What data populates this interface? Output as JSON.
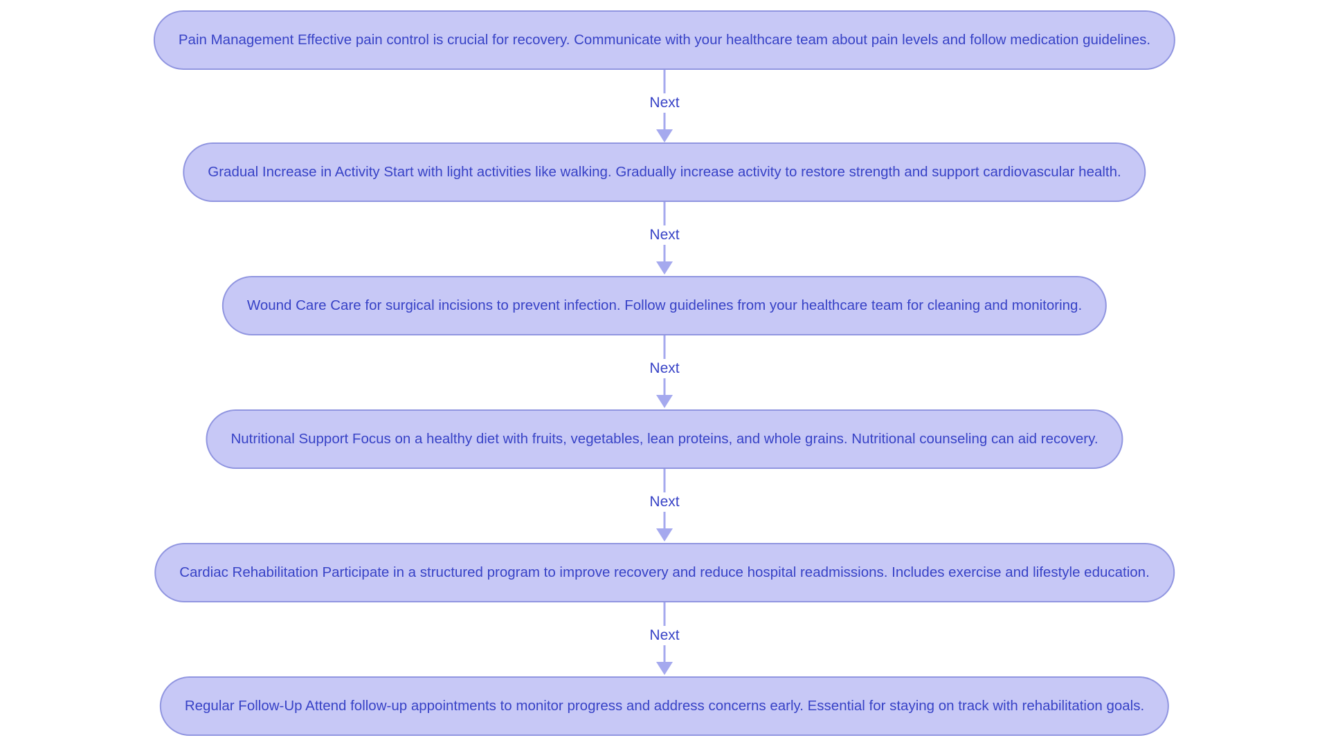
{
  "diagram": {
    "type": "flowchart-top-down",
    "steps": [
      {
        "id": "pain-management",
        "text": "Pain Management Effective pain control is crucial for recovery. Communicate with your healthcare team about pain levels and follow medication guidelines."
      },
      {
        "id": "activity-increase",
        "text": "Gradual Increase in Activity Start with light activities like walking. Gradually increase activity to restore strength and support cardiovascular health."
      },
      {
        "id": "wound-care",
        "text": "Wound Care Care for surgical incisions to prevent infection. Follow guidelines from your healthcare team for cleaning and monitoring."
      },
      {
        "id": "nutritional-support",
        "text": "Nutritional Support Focus on a healthy diet with fruits, vegetables, lean proteins, and whole grains. Nutritional counseling can aid recovery."
      },
      {
        "id": "cardiac-rehabilitation",
        "text": "Cardiac Rehabilitation Participate in a structured program to improve recovery and reduce hospital readmissions. Includes exercise and lifestyle education."
      },
      {
        "id": "regular-follow-up",
        "text": "Regular Follow-Up Attend follow-up appointments to monitor progress and address concerns early. Essential for staying on track with rehabilitation goals."
      }
    ],
    "edges": [
      {
        "label": "Next"
      },
      {
        "label": "Next"
      },
      {
        "label": "Next"
      },
      {
        "label": "Next"
      },
      {
        "label": "Next"
      }
    ]
  },
  "colors": {
    "background": "#ffffff",
    "node_fill": "#c7c8f6",
    "node_border": "#9095e0",
    "node_text": "#3742c6",
    "edge_color": "#a5a9ee",
    "edge_label_color": "#3742c6"
  }
}
